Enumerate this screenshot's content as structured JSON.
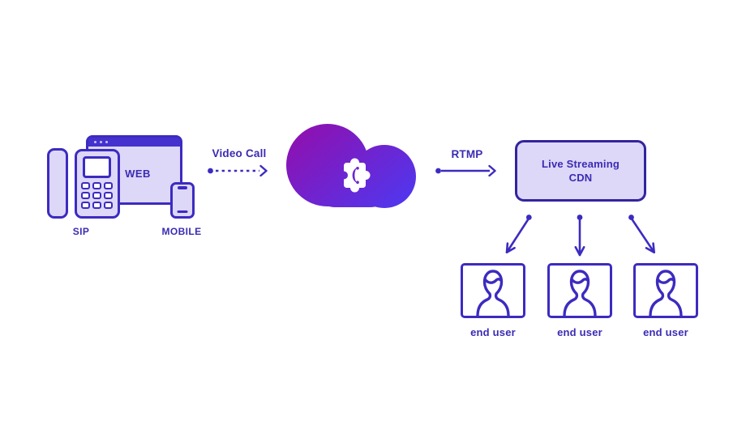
{
  "diagram": {
    "background": "#ffffff",
    "palette": {
      "stroke": "#3c2bc0",
      "stroke_dark": "#33249e",
      "text": "#3a2bb3",
      "light_fill": "#ddd7f8",
      "titlebar_fill": "#4531ce",
      "titlebar_dots": "#c9c1f2",
      "cloud_gradient_start": "#8c12b3",
      "cloud_gradient_end": "#5335eb",
      "puzzle_cutout": "#6d25d3"
    },
    "sources": {
      "sip": {
        "label": "SIP",
        "icon": "sip-desk-phone-icon"
      },
      "web": {
        "label": "WEB",
        "icon": "browser-window-icon"
      },
      "mobile": {
        "label": "MOBILE",
        "icon": "mobile-phone-icon"
      }
    },
    "flow_video_call": {
      "label": "Video Call",
      "line_style": "dashed"
    },
    "flow_rtmp": {
      "label": "RTMP",
      "line_style": "solid"
    },
    "cloud": {
      "icon": "puzzle-piece-icon"
    },
    "cdn_box": {
      "line1": "Live Streaming",
      "line2": "CDN"
    },
    "end_users": [
      {
        "label": "end user",
        "icon": "user-icon"
      },
      {
        "label": "end user",
        "icon": "user-icon"
      },
      {
        "label": "end user",
        "icon": "user-icon"
      }
    ]
  }
}
